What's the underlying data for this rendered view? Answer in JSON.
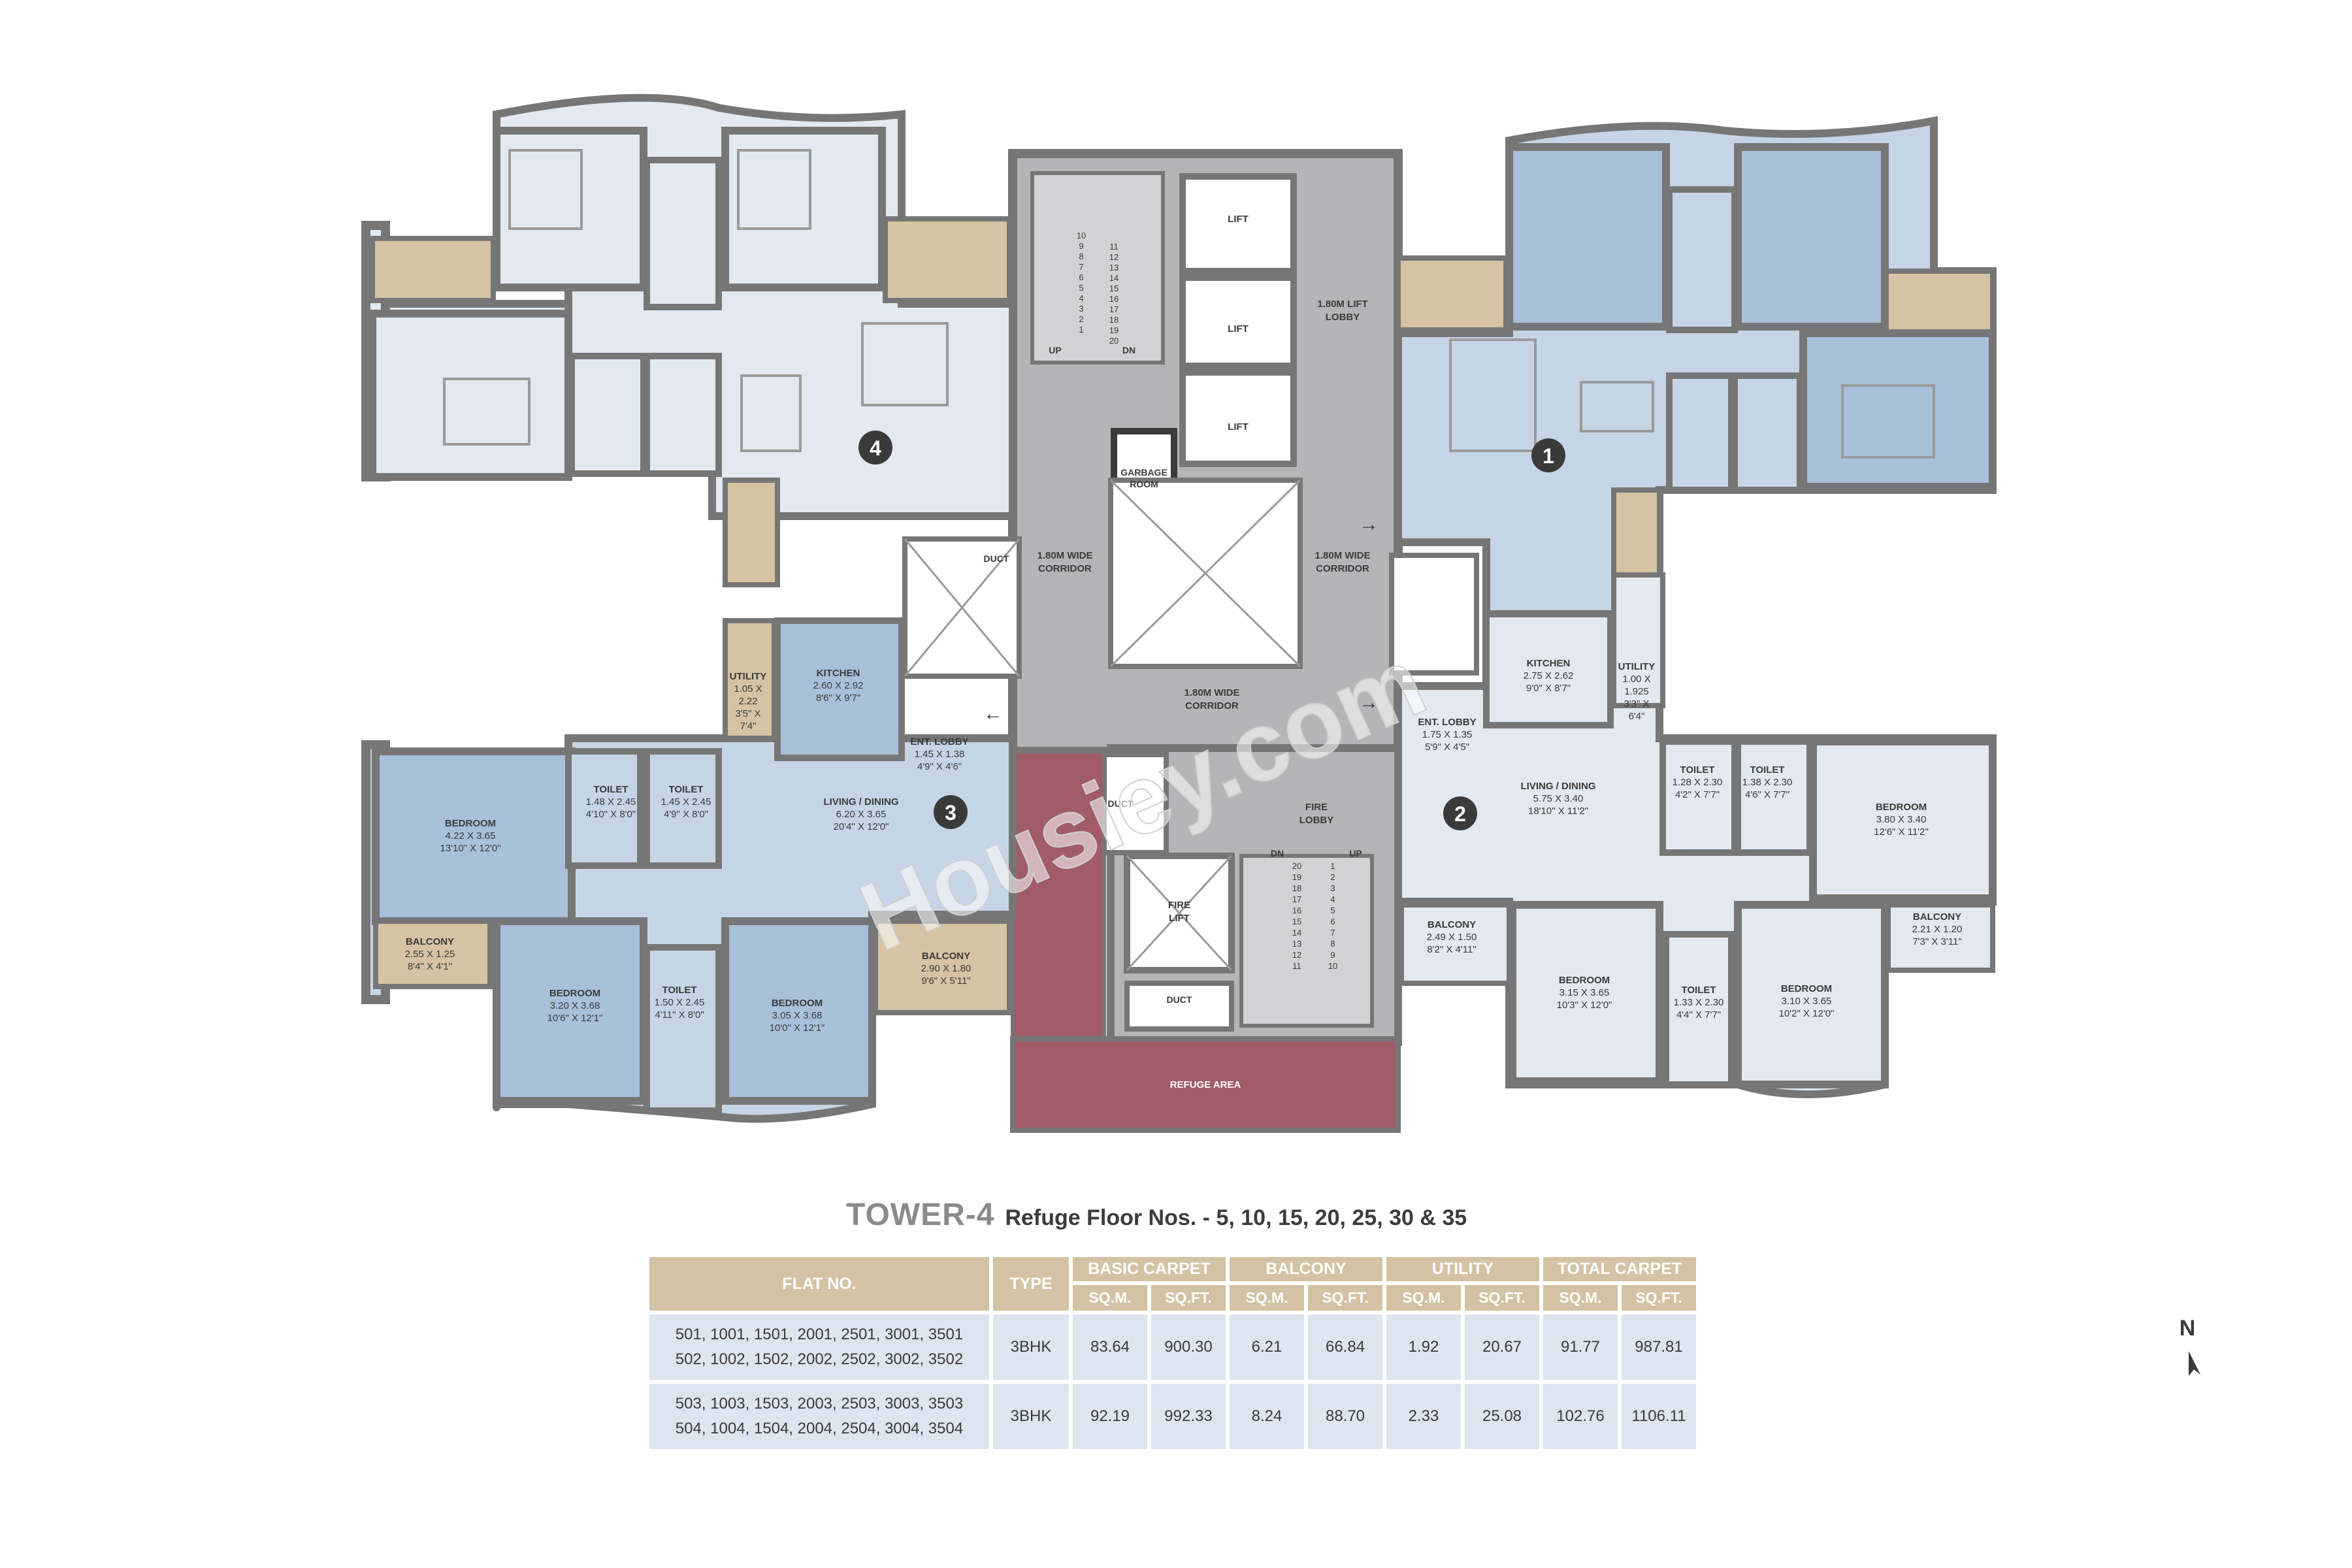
{
  "plan": {
    "units": [
      {
        "number": "1"
      },
      {
        "number": "2"
      },
      {
        "number": "3"
      },
      {
        "number": "4"
      }
    ],
    "core_labels": {
      "lift": "LIFT",
      "lift_lobby_line1": "1.80M LIFT",
      "lift_lobby_line2": "LOBBY",
      "garbage_line1": "GARBAGE",
      "garbage_line2": "ROOM",
      "corridor_line1": "1.80M WIDE",
      "corridor_line2": "CORRIDOR",
      "duct": "DUCT",
      "fire_lobby_line1": "FIRE",
      "fire_lobby_line2": "LOBBY",
      "fire_lift_line1": "FIRE",
      "fire_lift_line2": "LIFT",
      "refuge_area": "REFUGE AREA",
      "up": "UP",
      "dn": "DN",
      "stair1_left": [
        "10",
        "9",
        "8",
        "7",
        "6",
        "5",
        "4",
        "3",
        "2",
        "1"
      ],
      "stair1_right": [
        "11",
        "12",
        "13",
        "14",
        "15",
        "16",
        "17",
        "18",
        "19",
        "20"
      ],
      "stair2_left": [
        "20",
        "19",
        "18",
        "17",
        "16",
        "15",
        "14",
        "13",
        "12",
        "11"
      ],
      "stair2_right": [
        "1",
        "2",
        "3",
        "4",
        "5",
        "6",
        "7",
        "8",
        "9",
        "10"
      ]
    },
    "rooms": {
      "bedroom_a": {
        "name": "BEDROOM",
        "metric": "4.22 X 3.65",
        "imperial": "13'10\" X 12'0\""
      },
      "balcony_a": {
        "name": "BALCONY",
        "metric": "2.55 X 1.25",
        "imperial": "8'4\" X 4'1\""
      },
      "bedroom_b": {
        "name": "BEDROOM",
        "metric": "3.20 X 3.68",
        "imperial": "10'6\" X 12'1\""
      },
      "toilet_c": {
        "name": "TOILET",
        "metric": "1.50 X 2.45",
        "imperial": "4'11\" X 8'0\""
      },
      "bedroom_c": {
        "name": "BEDROOM",
        "metric": "3.05 X 3.68",
        "imperial": "10'0\" X 12'1\""
      },
      "balcony_b": {
        "name": "BALCONY",
        "metric": "2.90 X 1.80",
        "imperial": "9'6\" X 5'11\""
      },
      "toilet_a": {
        "name": "TOILET",
        "metric": "1.48 X 2.45",
        "imperial": "4'10\" X 8'0\""
      },
      "toilet_b": {
        "name": "TOILET",
        "metric": "1.45 X 2.45",
        "imperial": "4'9\" X 8'0\""
      },
      "living_3": {
        "name": "LIVING / DINING",
        "metric": "6.20 X 3.65",
        "imperial": "20'4\" X 12'0\""
      },
      "kitchen_3": {
        "name": "KITCHEN",
        "metric": "2.60 X 2.92",
        "imperial": "8'6\" X 9'7\""
      },
      "utility_3": {
        "name": "UTILITY",
        "metric_a": "1.05 X",
        "metric_b": "2.22",
        "imperial_a": "3'5\" X",
        "imperial_b": "7'4\""
      },
      "entlobby_3": {
        "name": "ENT. LOBBY",
        "metric": "1.45 X 1.38",
        "imperial": "4'9\" X 4'6\""
      },
      "kitchen_2": {
        "name": "KITCHEN",
        "metric": "2.75 X 2.62",
        "imperial": "9'0\" X 8'7\""
      },
      "utility_2": {
        "name": "UTILITY",
        "metric_a": "1.00 X",
        "metric_b": "1.925",
        "imperial_a": "3'3\" X",
        "imperial_b": "6'4\""
      },
      "entlobby_2": {
        "name": "ENT. LOBBY",
        "metric": "1.75 X 1.35",
        "imperial": "5'9\" X 4'5\""
      },
      "living_2": {
        "name": "LIVING / DINING",
        "metric": "5.75 X 3.40",
        "imperial": "18'10\" X 11'2\""
      },
      "toilet_d": {
        "name": "TOILET",
        "metric": "1.28 X 2.30",
        "imperial": "4'2\" X 7'7\""
      },
      "toilet_e": {
        "name": "TOILET",
        "metric": "1.38 X 2.30",
        "imperial": "4'6\" X 7'7\""
      },
      "bedroom_d": {
        "name": "BEDROOM",
        "metric": "3.80 X 3.40",
        "imperial": "12'6\" X 11'2\""
      },
      "balcony_c": {
        "name": "BALCONY",
        "metric": "2.49 X 1.50",
        "imperial": "8'2\" X 4'11\""
      },
      "bedroom_e": {
        "name": "BEDROOM",
        "metric": "3.15 X 3.65",
        "imperial": "10'3\" X 12'0\""
      },
      "toilet_f": {
        "name": "TOILET",
        "metric": "1.33 X 2.30",
        "imperial": "4'4\" X 7'7\""
      },
      "bedroom_f": {
        "name": "BEDROOM",
        "metric": "3.10 X 3.65",
        "imperial": "10'2\" X 12'0\""
      },
      "balcony_d": {
        "name": "BALCONY",
        "metric": "2.21 X 1.20",
        "imperial": "7'3\" X 3'11\""
      }
    },
    "watermark": "Housiey.com"
  },
  "title": {
    "main": "TOWER-4",
    "sub": "Refuge Floor Nos. - 5, 10, 15, 20, 25, 30 & 35"
  },
  "table": {
    "headers": {
      "flat_no": "FLAT NO.",
      "type": "TYPE",
      "basic_carpet": "BASIC CARPET",
      "balcony": "BALCONY",
      "utility": "UTILITY",
      "total_carpet": "TOTAL CARPET",
      "sqm": "SQ.M.",
      "sqft": "SQ.FT."
    },
    "rows": [
      {
        "flats_line1": "501, 1001, 1501, 2001, 2501, 3001, 3501",
        "flats_line2": "502, 1002, 1502, 2002, 2502, 3002, 3502",
        "type": "3BHK",
        "basic_sqm": "83.64",
        "basic_sqft": "900.30",
        "balcony_sqm": "6.21",
        "balcony_sqft": "66.84",
        "utility_sqm": "1.92",
        "utility_sqft": "20.67",
        "total_sqm": "91.77",
        "total_sqft": "987.81"
      },
      {
        "flats_line1": "503, 1003, 1503, 2003, 2503, 3003, 3503",
        "flats_line2": "504, 1004, 1504, 2004, 2504, 3004, 3504",
        "type": "3BHK",
        "basic_sqm": "92.19",
        "basic_sqft": "992.33",
        "balcony_sqm": "8.24",
        "balcony_sqft": "88.70",
        "utility_sqm": "2.33",
        "utility_sqft": "25.08",
        "total_sqm": "102.76",
        "total_sqft": "1106.11"
      }
    ]
  },
  "north": {
    "label": "N"
  },
  "colors": {
    "wall": "#767676",
    "room_light": "#e2e9f1",
    "room_mid": "#c6d5e6",
    "room_blue": "#a9c0da",
    "balcony": "#d5c3a3",
    "core": "#b5b5b8",
    "refuge": "#a15c68",
    "table_header": "#d4c2a4",
    "table_cell": "#dde5ef"
  }
}
